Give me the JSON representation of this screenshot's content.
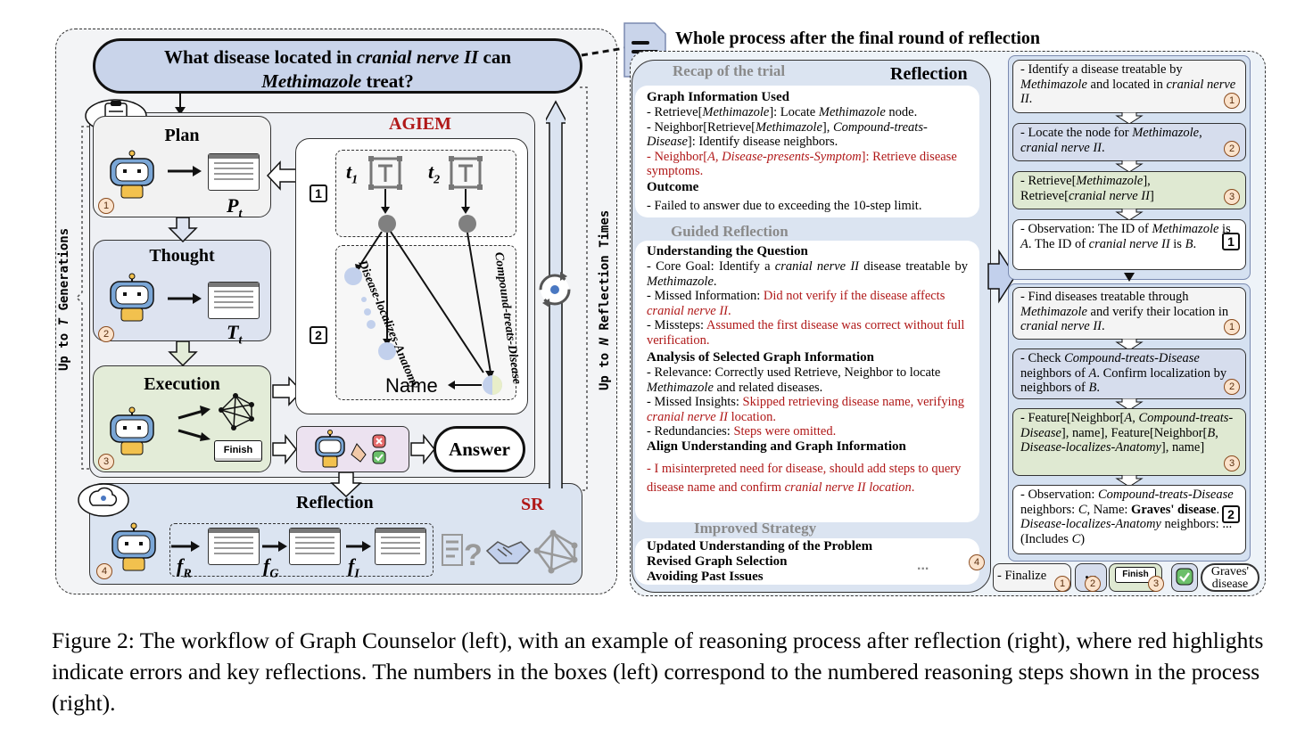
{
  "left": {
    "question_part1": "What disease located in ",
    "question_italic1": "cranial nerve II",
    "question_part2": " can",
    "question_italic2": "Methimazole",
    "question_part3": " treat?",
    "plan_label": "Plan",
    "plan_var": "P",
    "plan_sub": "t",
    "thought_label": "Thought",
    "thought_var": "T",
    "thought_sub": "t",
    "execution_label": "Execution",
    "finish_label": "Finish",
    "agiem_title": "AGIEM",
    "t1": "t",
    "t1_sub": "1",
    "t2": "t",
    "t2_sub": "2",
    "box1": "1",
    "box2": "2",
    "edge_left": "Disease-localizes-Anatomy",
    "edge_right": "Compound-treats-Disease",
    "name_label": "Name",
    "answer_label": "Answer",
    "reflection_label": "Reflection",
    "sr_label": "SR",
    "f_r": "f",
    "f_r_sub": "R",
    "f_g": "f",
    "f_g_sub": "G",
    "f_i": "f",
    "f_i_sub": "I",
    "generations_label_pre": "Up to ",
    "generations_label_var": "T",
    "generations_label_post": " Generations",
    "reflection_times_pre": "Up to ",
    "reflection_times_var": "N",
    "reflection_times_post": " Reflection Times",
    "num1": "1",
    "num2": "2",
    "num3": "3",
    "num4": "4"
  },
  "right": {
    "title": "Whole process after the final round of reflection",
    "recap_label": "Recap of the trial",
    "reflection_label": "Reflection",
    "graph_info_header": "Graph Information Used",
    "gi1_a": "- Retrieve[",
    "gi1_b": "Methimazole",
    "gi1_c": "]: Locate ",
    "gi1_d": "Methimazole",
    "gi1_e": " node.",
    "gi2_a": "- Neighbor[Retrieve[",
    "gi2_b": "Methimazole",
    "gi2_c": "], ",
    "gi2_d": "Compound-treats-Disease",
    "gi2_e": "]: Identify disease neighbors.",
    "gi3_a": "- Neighbor[",
    "gi3_b": "A, Disease-presents-Symptom",
    "gi3_c": "]: Retrieve disease symptoms.",
    "outcome_header": "Outcome",
    "outcome_text": "- Failed to answer due to exceeding the 10-step limit.",
    "guided_label": "Guided Reflection",
    "uq_header": "Understanding the Question",
    "uq1_a": "- Core Goal: Identify a ",
    "uq1_b": "cranial nerve II",
    "uq1_c": " disease treatable by ",
    "uq1_d": "Methimazole",
    "uq1_e": ".",
    "uq2_a": "- Missed Information: ",
    "uq2_b": "Did not verify if the disease affects ",
    "uq2_c": "cranial nerve II",
    "uq2_d": ".",
    "uq3_a": "- Missteps: ",
    "uq3_b": "Assumed the first disease was correct without full verification.",
    "asg_header": "Analysis of Selected Graph Information",
    "asg1_a": "- Relevance: Correctly used Retrieve, Neighbor to locate ",
    "asg1_b": "Methimazole",
    "asg1_c": " and related diseases.",
    "asg2_a": "- Missed Insights: ",
    "asg2_b": "Skipped retrieving disease name, verifying ",
    "asg2_c": "cranial nerve II",
    "asg2_d": " location.",
    "asg3_a": "- Redundancies: ",
    "asg3_b": "Steps were omitted.",
    "align_header": "Align Understanding and Graph Information",
    "align_a": "- I misinterpreted need for disease, should add steps to query disease name and confirm ",
    "align_b": "cranial nerve II location",
    "align_c": ".",
    "improved_label": "Improved Strategy",
    "imp1": "Updated Understanding of the Problem",
    "imp2": "Revised Graph Selection",
    "imp3": "Avoiding Past Issues",
    "ellipsis": "...",
    "num4": "4",
    "steps": {
      "s1_a": "- Identify a disease treatable by ",
      "s1_b": "Methimazole",
      "s1_c": " and located in ",
      "s1_d": "cranial nerve II",
      "s1_e": ".",
      "s2_a": "- Locate the node for ",
      "s2_b": "Methimazole",
      "s2_c": ", ",
      "s2_d": "cranial nerve II",
      "s2_e": ".",
      "s3_a": "- Retrieve[",
      "s3_b": "Methimazole",
      "s3_c": "], Retrieve[",
      "s3_d": "cranial nerve II",
      "s3_e": "]",
      "s4_a": "- Observation: The ID of ",
      "s4_b": "Methimazole",
      "s4_c": " is ",
      "s4_d": "A",
      "s4_e": ". The ID of ",
      "s4_f": "cranial nerve II",
      "s4_g": " is ",
      "s4_h": "B",
      "s4_i": ".",
      "s5_a": "- Find diseases treatable through ",
      "s5_b": "Methimazole",
      "s5_c": " and verify their location in ",
      "s5_d": "cranial nerve II",
      "s5_e": ".",
      "s6_a": "- Check ",
      "s6_b": "Compound-treats-Disease",
      "s6_c": " neighbors of ",
      "s6_d": "A",
      "s6_e": ". Confirm localization by neighbors of ",
      "s6_f": "B",
      "s6_g": ".",
      "s7_a": "- Feature[Neighbor[",
      "s7_b": "A",
      "s7_c": ", ",
      "s7_d": "Compound-treats-Disease",
      "s7_e": "], name], Feature[Neighbor[",
      "s7_f": "B",
      "s7_g": ", ",
      "s7_h": "Disease-localizes-Anatomy",
      "s7_i": "], name]",
      "s8_a": "- Observation: ",
      "s8_b": "Compound-treats-Disease",
      "s8_c": " neighbors: ",
      "s8_d": "C",
      "s8_e": ", Name: ",
      "s8_f": "Graves' disease",
      "s8_g": ". ",
      "s8_h": "Disease-localizes-Anatomy",
      "s8_i": " neighbors: ...(Includes ",
      "s8_j": "C",
      "s8_k": ")",
      "finalize": "- Finalize",
      "dots": "...",
      "finish": "Finish",
      "final_answer_1": "Graves'",
      "final_answer_2": "disease",
      "n1": "1",
      "n2": "2",
      "n3": "3",
      "sq1": "1",
      "sq2": "2"
    }
  },
  "caption": {
    "line": "Figure 2: The workflow of Graph Counselor (left), with an example of reasoning process after reflection (right), where red highlights indicate errors and key reflections. The numbers in the boxes (left) correspond to the numbered reasoning steps shown in the process (right)."
  },
  "colors": {
    "accent_red": "#b01818",
    "question_fill": "#c9d4ea",
    "thought_fill": "#dde3f0",
    "execution_fill": "#e3ecd8",
    "reflection_fill": "#dbe4f1"
  }
}
